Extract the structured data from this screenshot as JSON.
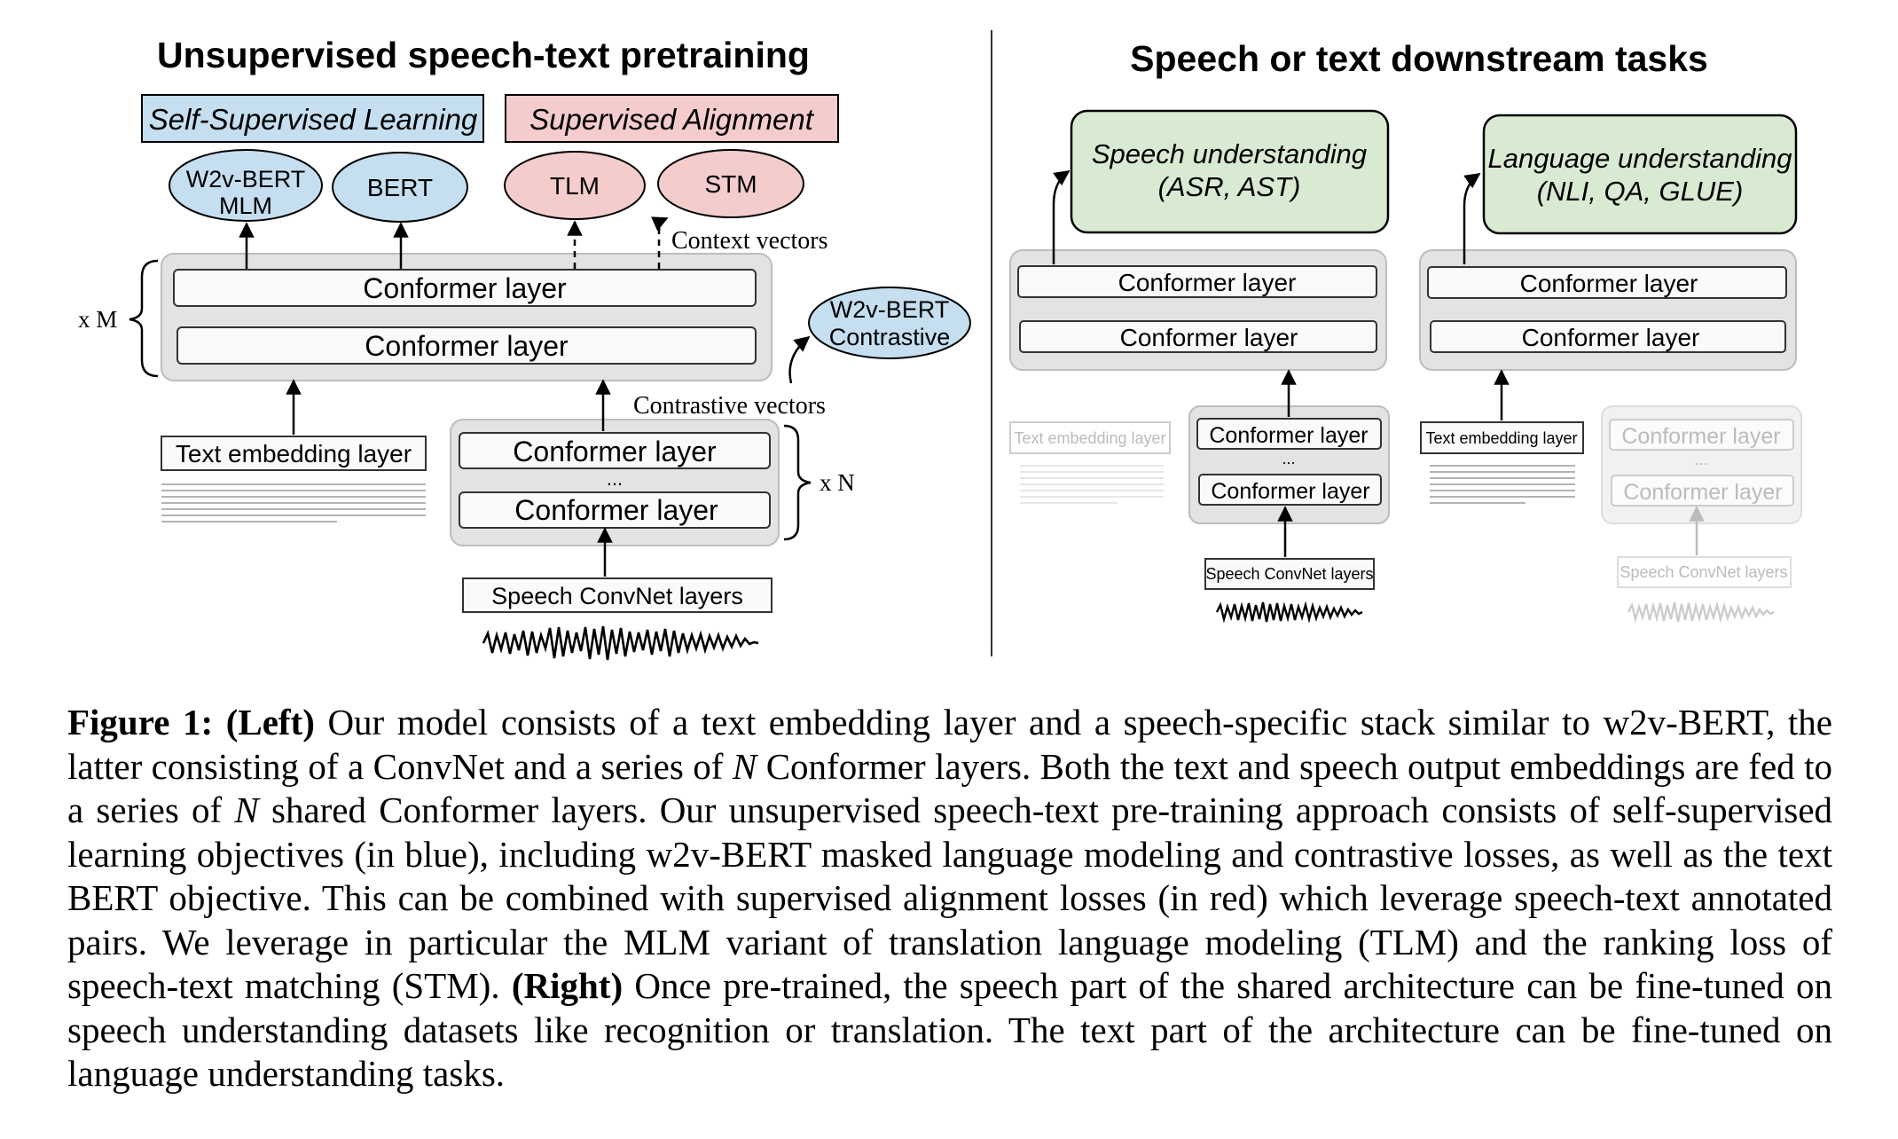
{
  "left": {
    "title": "Unsupervised speech-text pretraining",
    "ssl_label": "Self-Supervised Learning",
    "sa_label": "Supervised Alignment",
    "w2v_mlm": [
      "W2v-BERT",
      "MLM"
    ],
    "bert": "BERT",
    "tlm": "TLM",
    "stm": "STM",
    "context_vectors": "Context vectors",
    "contrastive_vectors": "Contrastive vectors",
    "w2v_contrastive": [
      "W2v-BERT",
      "Contrastive"
    ],
    "shared_layer_1": "Conformer layer",
    "shared_layer_2": "Conformer layer",
    "xm": "x M",
    "text_embedding": "Text embedding layer",
    "speech_layer_1": "Conformer layer",
    "speech_dots": "...",
    "speech_layer_2": "Conformer layer",
    "xn": "x N",
    "convnet": "Speech ConvNet layers"
  },
  "right": {
    "title": "Speech or text downstream tasks",
    "speech_task": [
      "Speech understanding",
      "(ASR, AST)"
    ],
    "lang_task": [
      "Language understanding",
      "(NLI, QA, GLUE)"
    ],
    "speech_shared_1": "Conformer layer",
    "speech_shared_2": "Conformer layer",
    "text_shared_1": "Conformer layer",
    "text_shared_2": "Conformer layer",
    "speech_branch_text_emb": "Text embedding layer",
    "speech_branch_conf_1": "Conformer layer",
    "speech_branch_dots": "...",
    "speech_branch_conf_2": "Conformer layer",
    "speech_branch_convnet": "Speech ConvNet layers",
    "text_branch_text_emb": "Text embedding layer",
    "text_branch_conf_1": "Conformer layer",
    "text_branch_dots": "...",
    "text_branch_conf_2": "Conformer layer",
    "text_branch_convnet": "Speech ConvNet layers"
  },
  "colors": {
    "blue_fill": "#c5dff0",
    "red_fill": "#f4cccc",
    "green_fill": "#d9ead3",
    "grey_fill": "#e3e3e3",
    "box_fill": "#fafafa"
  },
  "caption": {
    "label": "Figure 1:",
    "left_tag": "(Left)",
    "p1": "Our model consists of a text embedding layer and a speech-specific stack similar to w2v-BERT, the latter consisting of a ConvNet and a series of",
    "n1": "N",
    "p2": "Conformer layers. Both the text and speech output embeddings are fed to a series of",
    "n2": "N",
    "p3": "shared Conformer layers.  Our unsupervised speech-text pre-training approach consists of self-supervised learning objectives (in blue), including w2v-BERT masked language modeling and contrastive losses, as well as the text BERT objective. This can be combined with supervised alignment losses (in red) which leverage speech-text annotated pairs. We leverage in particular the MLM variant of translation language modeling (TLM) and the ranking loss of speech-text matching (STM).",
    "right_tag": "(Right)",
    "p4": "Once pre-trained, the speech part of the shared architecture can be fine-tuned on speech understanding datasets like recognition or translation. The text part of the architecture can be fine-tuned on language understanding tasks."
  }
}
